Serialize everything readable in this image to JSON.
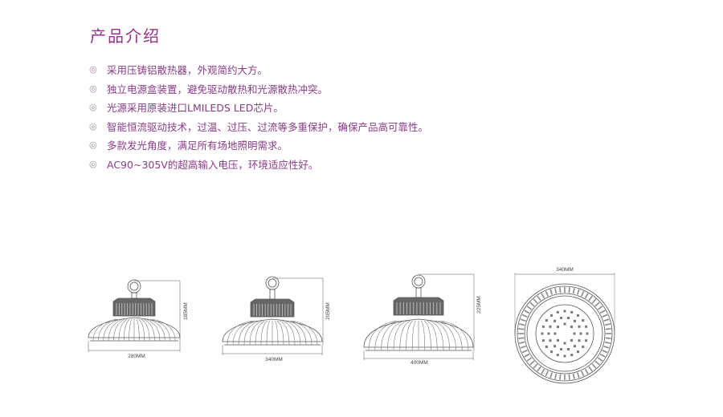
{
  "title": "产品介绍",
  "bullet_icon": "double-circle-icon",
  "features": [
    "采用压铸铝散热器，外观简约大方。",
    "独立电源盒装置，避免驱动散热和光源散热冲突。",
    "光源采用原装进口LMILEDS LED芯片。",
    "智能恒流驱动技术，过温、过压、过流等多重保护，确保产品高可靠性。",
    "多款发光角度，满足所有场地照明需求。",
    "AC90~305V的超高输入电压，环境适应性好。"
  ],
  "drawings": [
    {
      "width": "280MM",
      "height": "185MM"
    },
    {
      "width": "340MM",
      "height": "205MM"
    },
    {
      "width": "400MM",
      "height": "225MM"
    },
    {
      "top_view_width": "340MM"
    }
  ],
  "colors": {
    "accent": "#9a2f8c",
    "text": "#8a3b88"
  }
}
